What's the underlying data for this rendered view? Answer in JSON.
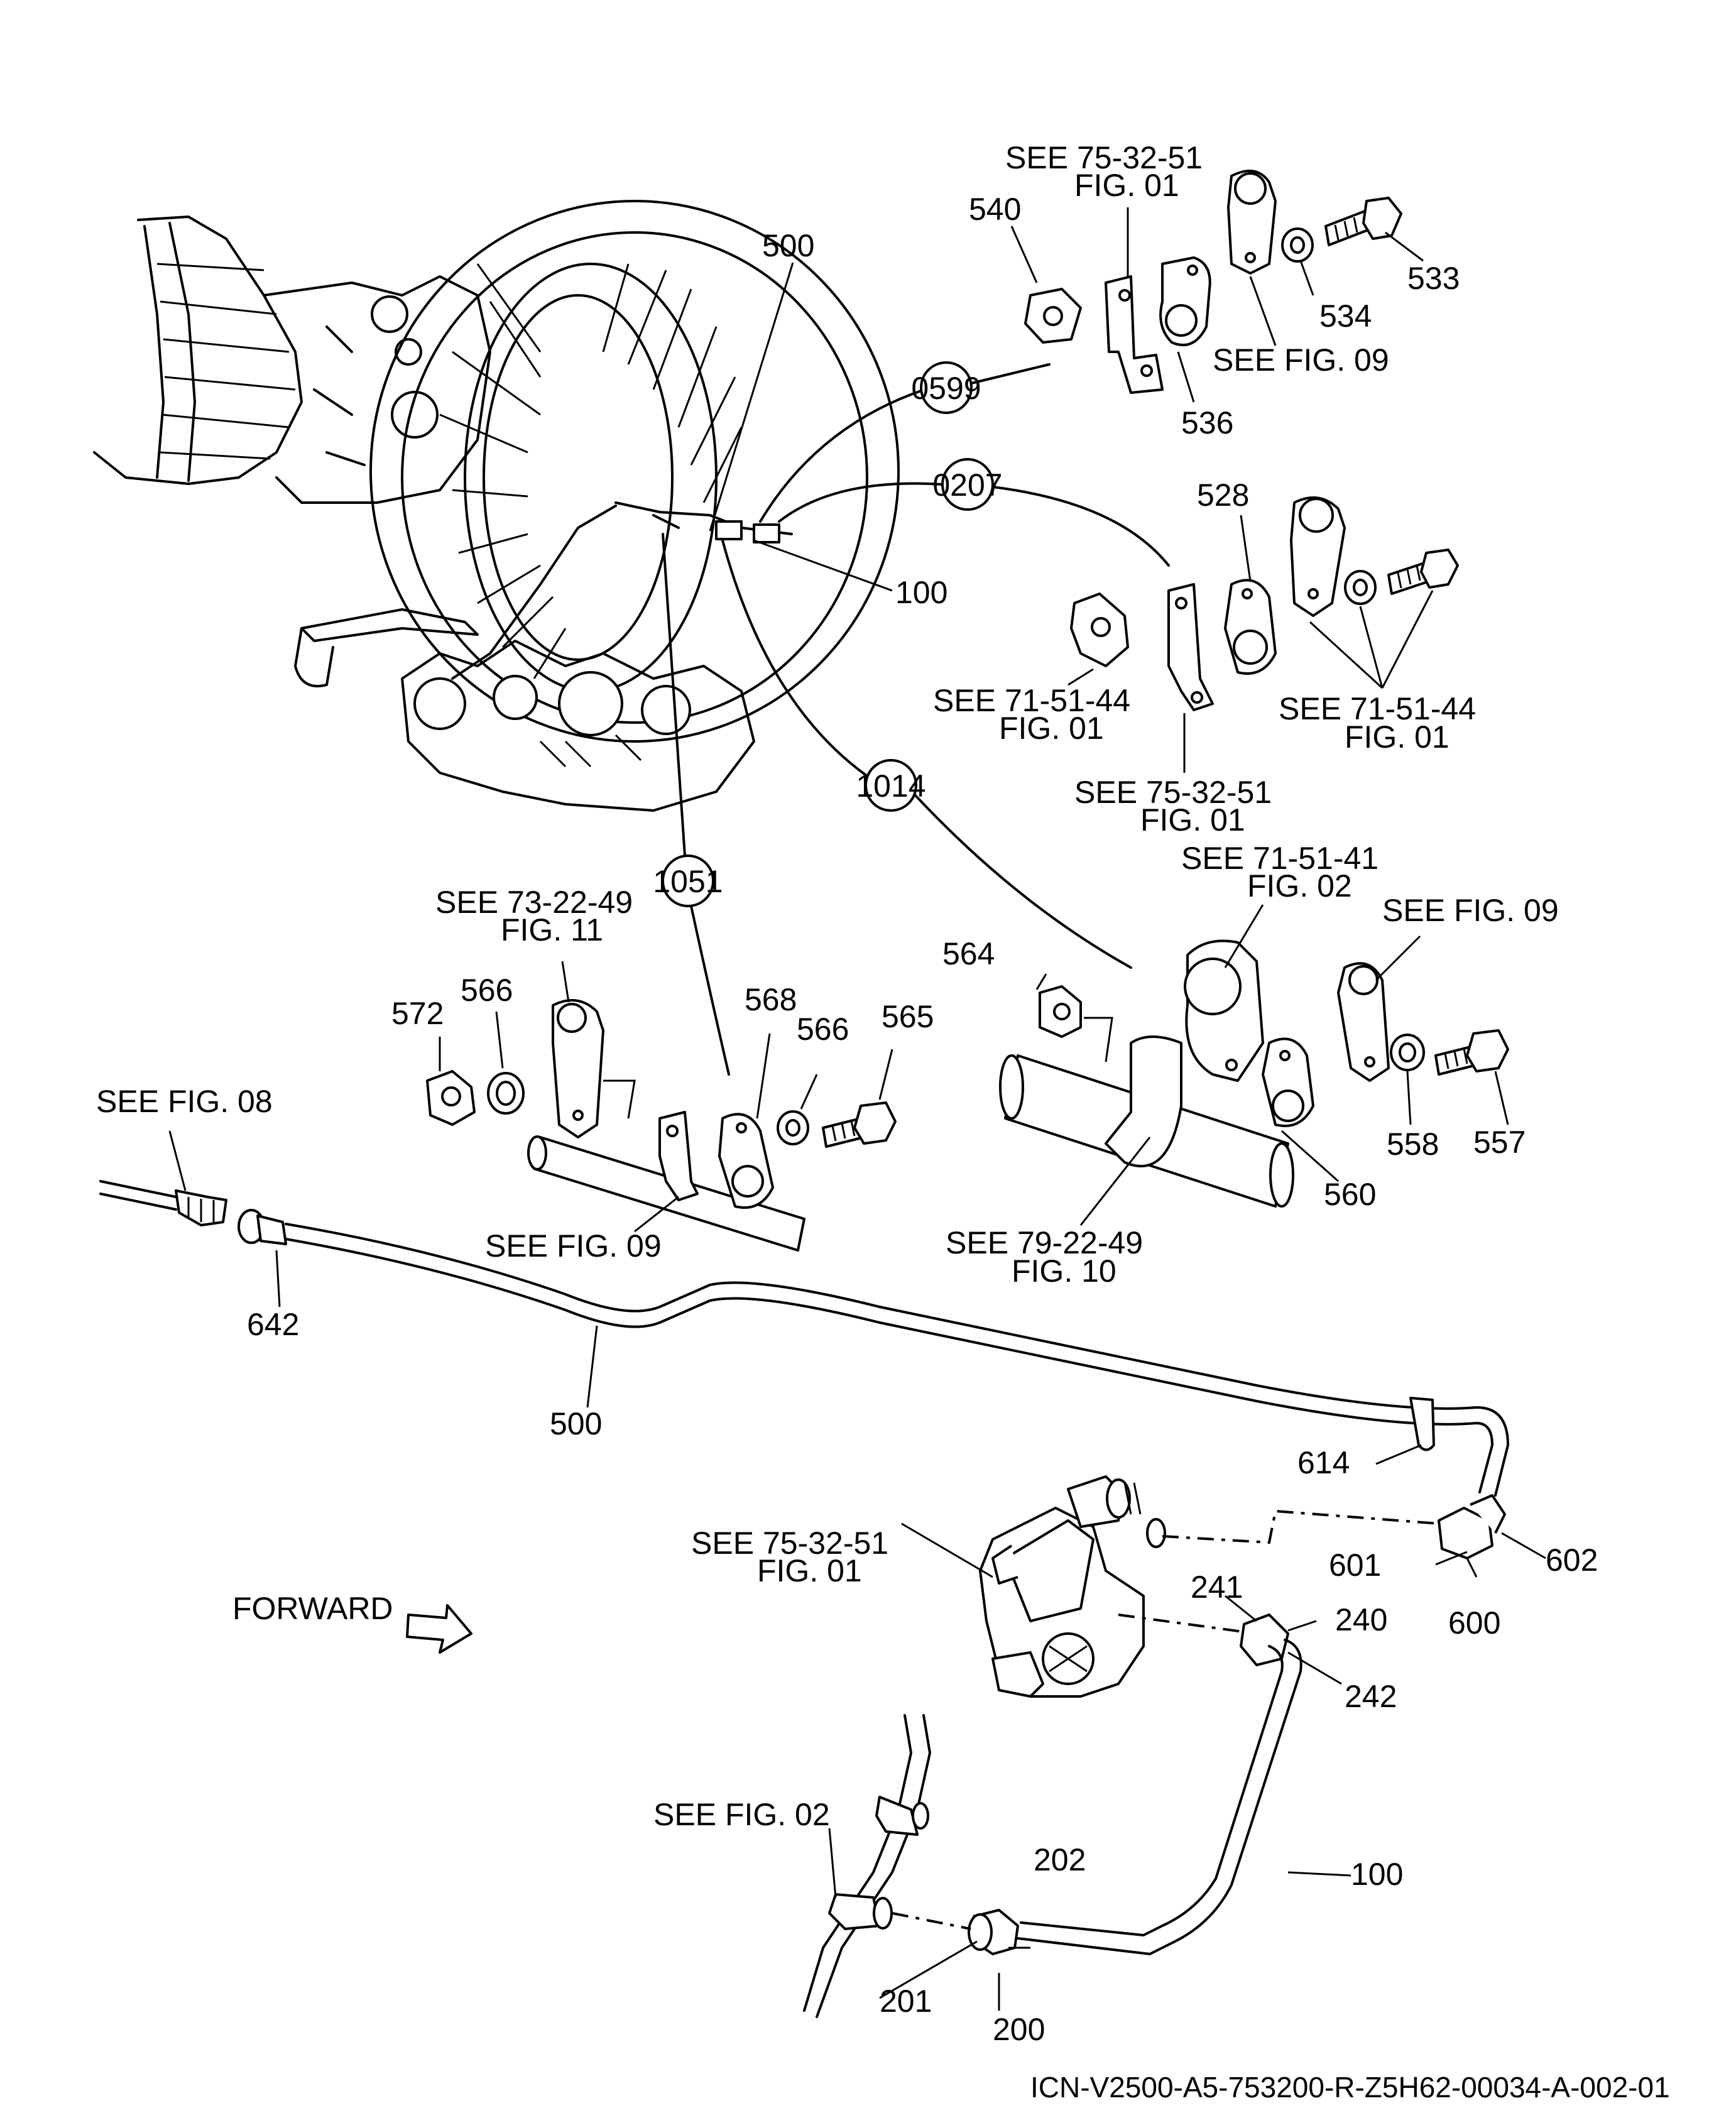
{
  "callouts": {
    "c0599": "0599",
    "c0207": "0207",
    "c1014": "1014",
    "c1051": "1051"
  },
  "refs": {
    "see_75_32_51_a_l1": "SEE  75-32-51",
    "see_75_32_51_a_l2": "FIG. 01",
    "see_fig09_a": "SEE  FIG. 09",
    "see_71_51_44_a_l1": "SEE  71-51-44",
    "see_71_51_44_a_l2": "FIG. 01",
    "see_75_32_51_b_l1": "SEE  75-32-51",
    "see_75_32_51_b_l2": "FIG. 01",
    "see_71_51_44_b_l1": "SEE  71-51-44",
    "see_71_51_44_b_l2": "FIG. 01",
    "see_71_51_41_l1": "SEE  71-51-41",
    "see_71_51_41_l2": "FIG. 02",
    "see_fig09_b": "SEE  FIG. 09",
    "see_73_22_49_l1": "SEE  73-22-49",
    "see_73_22_49_l2": "FIG. 11",
    "see_fig08": "SEE  FIG. 08",
    "see_fig09_c": "SEE  FIG. 09",
    "see_79_22_49_l1": "SEE  79-22-49",
    "see_79_22_49_l2": "FIG. 10",
    "see_75_32_51_c_l1": "SEE  75-32-51",
    "see_75_32_51_c_l2": "FIG. 01",
    "see_fig02": "SEE  FIG. 02"
  },
  "parts": {
    "p500_top": "500",
    "p540": "540",
    "p533": "533",
    "p534": "534",
    "p536": "536",
    "p528": "528",
    "p100_top": "100",
    "p572": "572",
    "p566_a": "566",
    "p568": "568",
    "p566_b": "566",
    "p565": "565",
    "p564": "564",
    "p558": "558",
    "p557": "557",
    "p560": "560",
    "p642": "642",
    "p500_bottom": "500",
    "p614": "614",
    "p601": "601",
    "p602": "602",
    "p600": "600",
    "p241": "241",
    "p240": "240",
    "p242": "242",
    "p202": "202",
    "p100_bottom": "100",
    "p201": "201",
    "p200": "200"
  },
  "forward_label": "FORWARD",
  "icn": "ICN-V2500-A5-753200-R-Z5H62-00034-A-002-01"
}
